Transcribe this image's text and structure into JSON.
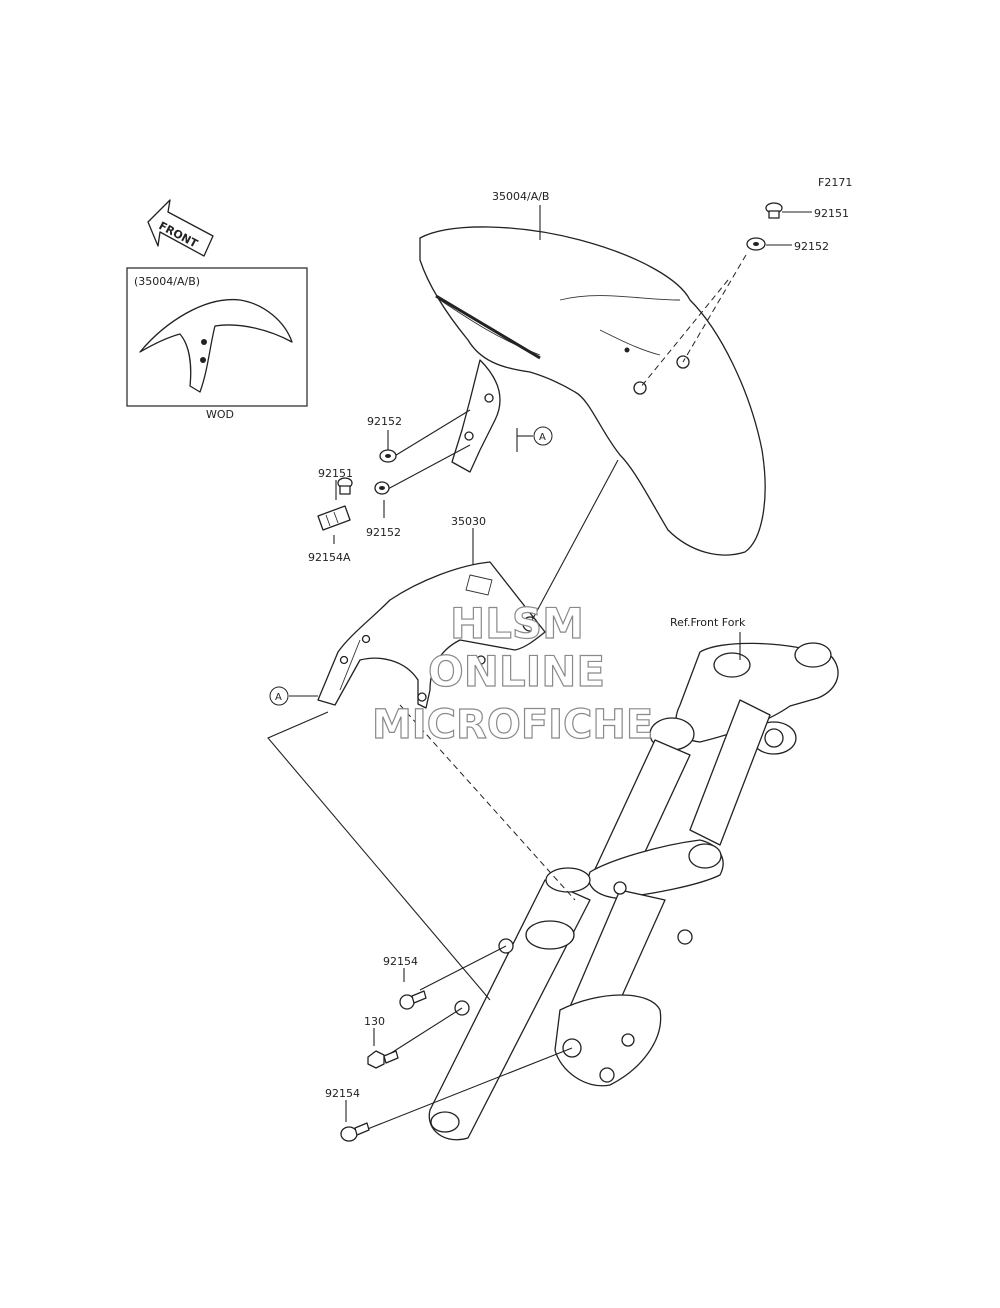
{
  "figure_code": "F2171",
  "front_badge": "FRONT",
  "inset": {
    "title": "(35004/A/B)",
    "caption": "WOD"
  },
  "ref_label": "Ref.Front Fork",
  "callouts": {
    "fender": "35004/A/B",
    "bracket": "35030",
    "tr_bolt": "92151",
    "tr_washer": "92152",
    "l_washer_top": "92152",
    "l_bolt": "92151",
    "l_washer_bot": "92152",
    "l_pin": "92154A",
    "b_bolt_1": "92154",
    "b_bolt_2": "130",
    "b_bolt_3": "92154"
  },
  "marker_a": "A",
  "watermark": {
    "line1": "HLSM",
    "line2": "ONLINE",
    "line3": "MICROFICHE"
  }
}
